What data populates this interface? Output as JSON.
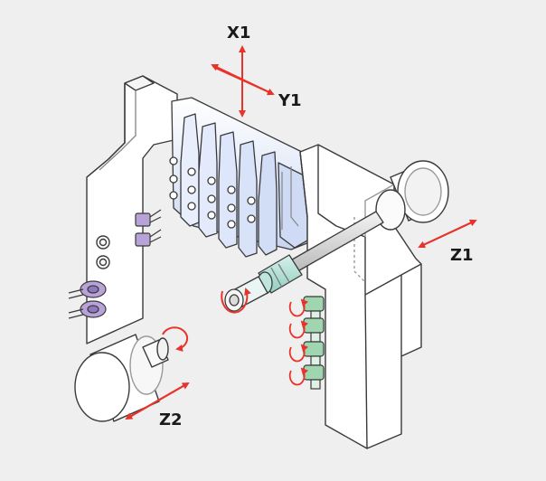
{
  "axes": {
    "x1": "X1",
    "y1": "Y1",
    "z1": "Z1",
    "z2": "Z2"
  },
  "colors": {
    "background": "#efefef",
    "outline": "#3a3a3a",
    "body_fill": "#ffffff",
    "arrow": "#e8332a",
    "tool_blue": "#c9d6f2",
    "tool_purple": "#b7a3d8",
    "tool_green": "#9fd6b0",
    "spindle_teal": "#a9ddd1"
  }
}
